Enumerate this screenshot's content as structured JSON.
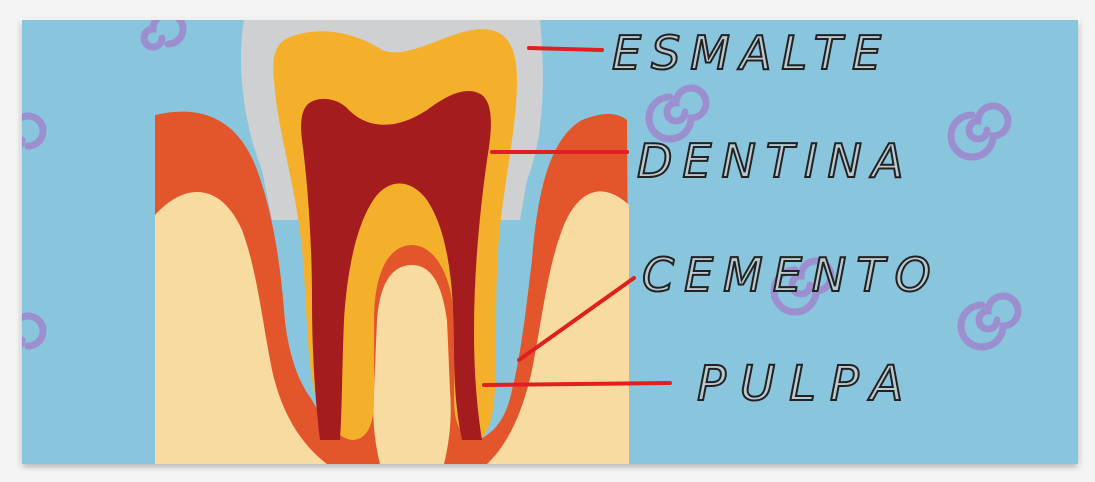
{
  "labels": {
    "esmalte": "ESMALTE",
    "dentina": "DENTINA",
    "cemento": "CEMENTO",
    "pulpa": "PULPA"
  },
  "colors": {
    "background": "#89c6de",
    "enamel": "#cfd0d2",
    "dentin": "#f4b02b",
    "pulp": "#a51c1f",
    "gum": "#e3552b",
    "bone": "#f7dba0",
    "pointer_line": "#e02020",
    "swirl": "#9c8fd0"
  },
  "icons": [
    "spiral-icon"
  ]
}
